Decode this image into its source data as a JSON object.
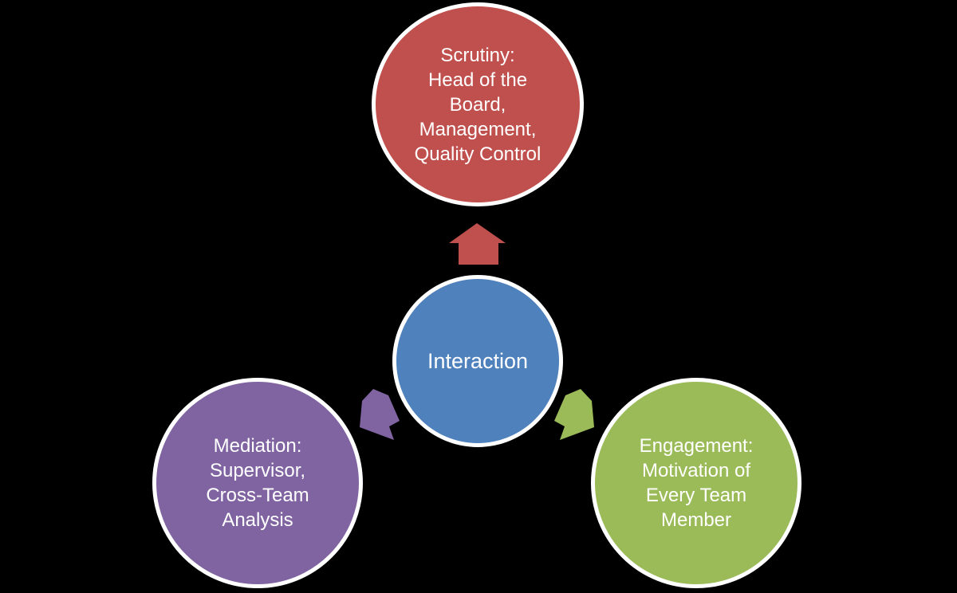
{
  "background_color": "#000000",
  "text_color": "#FFFFFF",
  "center_node": {
    "label": "Interaction",
    "color": "#4F81BD"
  },
  "outer_nodes": {
    "scrutiny": {
      "text": "Scrutiny:\nHead of the\nBoard,\nManagement,\nQuality Control",
      "color": "#C0504D"
    },
    "mediation": {
      "text": "Mediation:\nSupervisor,\nCross-Team\nAnalysis",
      "color": "#8064A2"
    },
    "engagement": {
      "text": "Engagement:\nMotivation of\nEvery Team\nMember",
      "color": "#9BBB59"
    }
  },
  "arrows": {
    "up": {
      "direction": "up",
      "color": "#C0504D"
    },
    "down_left": {
      "direction": "down-left",
      "color": "#8064A2"
    },
    "down_right": {
      "direction": "down-right",
      "color": "#9BBB59"
    }
  }
}
